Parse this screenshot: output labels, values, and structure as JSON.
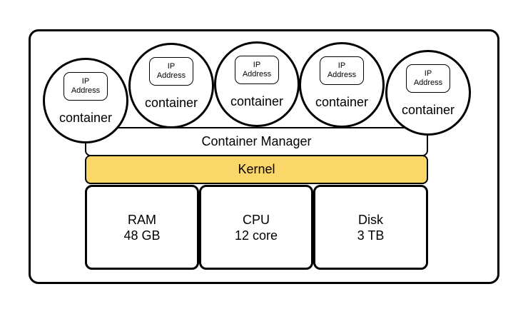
{
  "diagram": {
    "containers": [
      {
        "label": "container",
        "ip": {
          "line1": "IP",
          "line2": "Address"
        }
      },
      {
        "label": "container",
        "ip": {
          "line1": "IP",
          "line2": "Address"
        }
      },
      {
        "label": "container",
        "ip": {
          "line1": "IP",
          "line2": "Address"
        }
      },
      {
        "label": "container",
        "ip": {
          "line1": "IP",
          "line2": "Address"
        }
      },
      {
        "label": "container",
        "ip": {
          "line1": "IP",
          "line2": "Address"
        }
      }
    ],
    "manager": {
      "label": "Container Manager"
    },
    "kernel": {
      "label": "Kernel"
    },
    "hardware": [
      {
        "name": "RAM",
        "spec": "48 GB"
      },
      {
        "name": "CPU",
        "spec": "12 core"
      },
      {
        "name": "Disk",
        "spec": "3 TB"
      }
    ],
    "colors": {
      "kernel_fill": "#FBD669",
      "stroke": "#000000",
      "canvas_bg": "#FFFFFF"
    }
  }
}
